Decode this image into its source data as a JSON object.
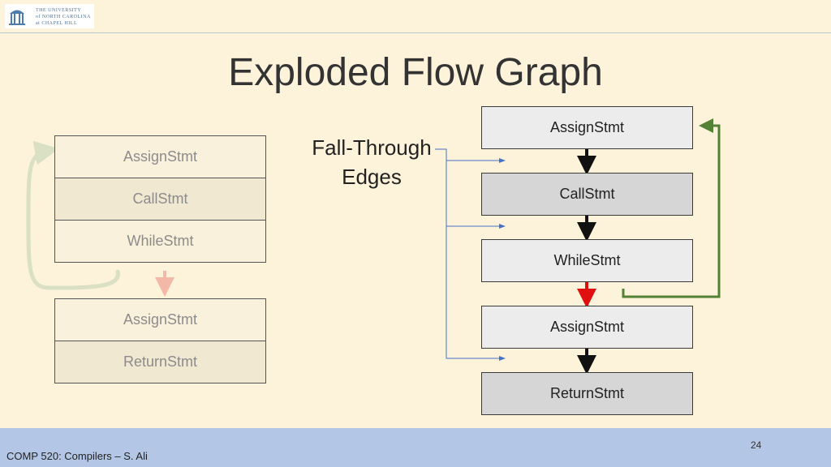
{
  "slide": {
    "title": "Exploded Flow Graph",
    "footer": "COMP 520: Compilers – S. Ali",
    "page_number": "24"
  },
  "logo": {
    "lines": [
      "THE UNIVERSITY",
      "of NORTH CAROLINA",
      "at CHAPEL HILL"
    ]
  },
  "left_graph": {
    "top_group": [
      "AssignStmt",
      "CallStmt",
      "WhileStmt"
    ],
    "bottom_group": [
      "AssignStmt",
      "ReturnStmt"
    ]
  },
  "right_graph": {
    "nodes": [
      "AssignStmt",
      "CallStmt",
      "WhileStmt",
      "AssignStmt",
      "ReturnStmt"
    ]
  },
  "annotation": {
    "line1": "Fall-Through",
    "line2": "Edges"
  },
  "colors": {
    "background": "#fdf3da",
    "footer": "#b4c6e6",
    "edge_normal": "#111111",
    "edge_false": "#e01010",
    "edge_loop": "#548235",
    "fall_through": "#4472c4"
  }
}
